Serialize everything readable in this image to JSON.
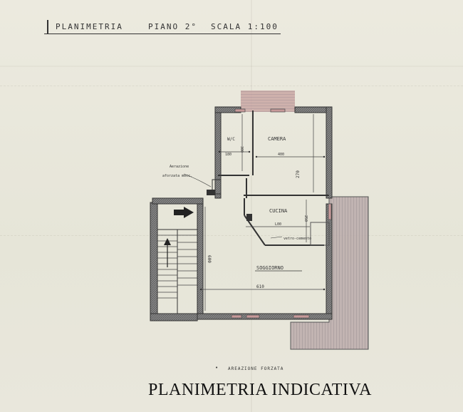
{
  "header": {
    "planimetria": "PLANIMETRIA",
    "piano": "PIANO 2°",
    "scala": "SCALA 1:100"
  },
  "rooms": {
    "wc": "W/C",
    "camera": "CAMERA",
    "cucina": "CUCINA",
    "soggiorno": "SOGGIORNO"
  },
  "dimensions": {
    "wc_width": "180",
    "wc_depth": "300",
    "camera_width": "400",
    "camera_depth": "270",
    "cucina_width": "L00",
    "cucina_depth": "250",
    "soggiorno_depth": "600",
    "soggiorno_width": "610"
  },
  "annotations": {
    "aerazione_line1": "Aerazione",
    "aerazione_line2": "aforzata mecc.",
    "vetro": "vetro-cemento",
    "legend_bullet": "•",
    "legend": "AREAZIONE FORZATA"
  },
  "footer": {
    "label": "PLANIMETRIA INDICATIVA"
  },
  "colors": {
    "wall": "#444444",
    "hatch": "#8a7a80",
    "balcony_fill": "#c8a9a0",
    "paper": "#e9e8dc"
  }
}
